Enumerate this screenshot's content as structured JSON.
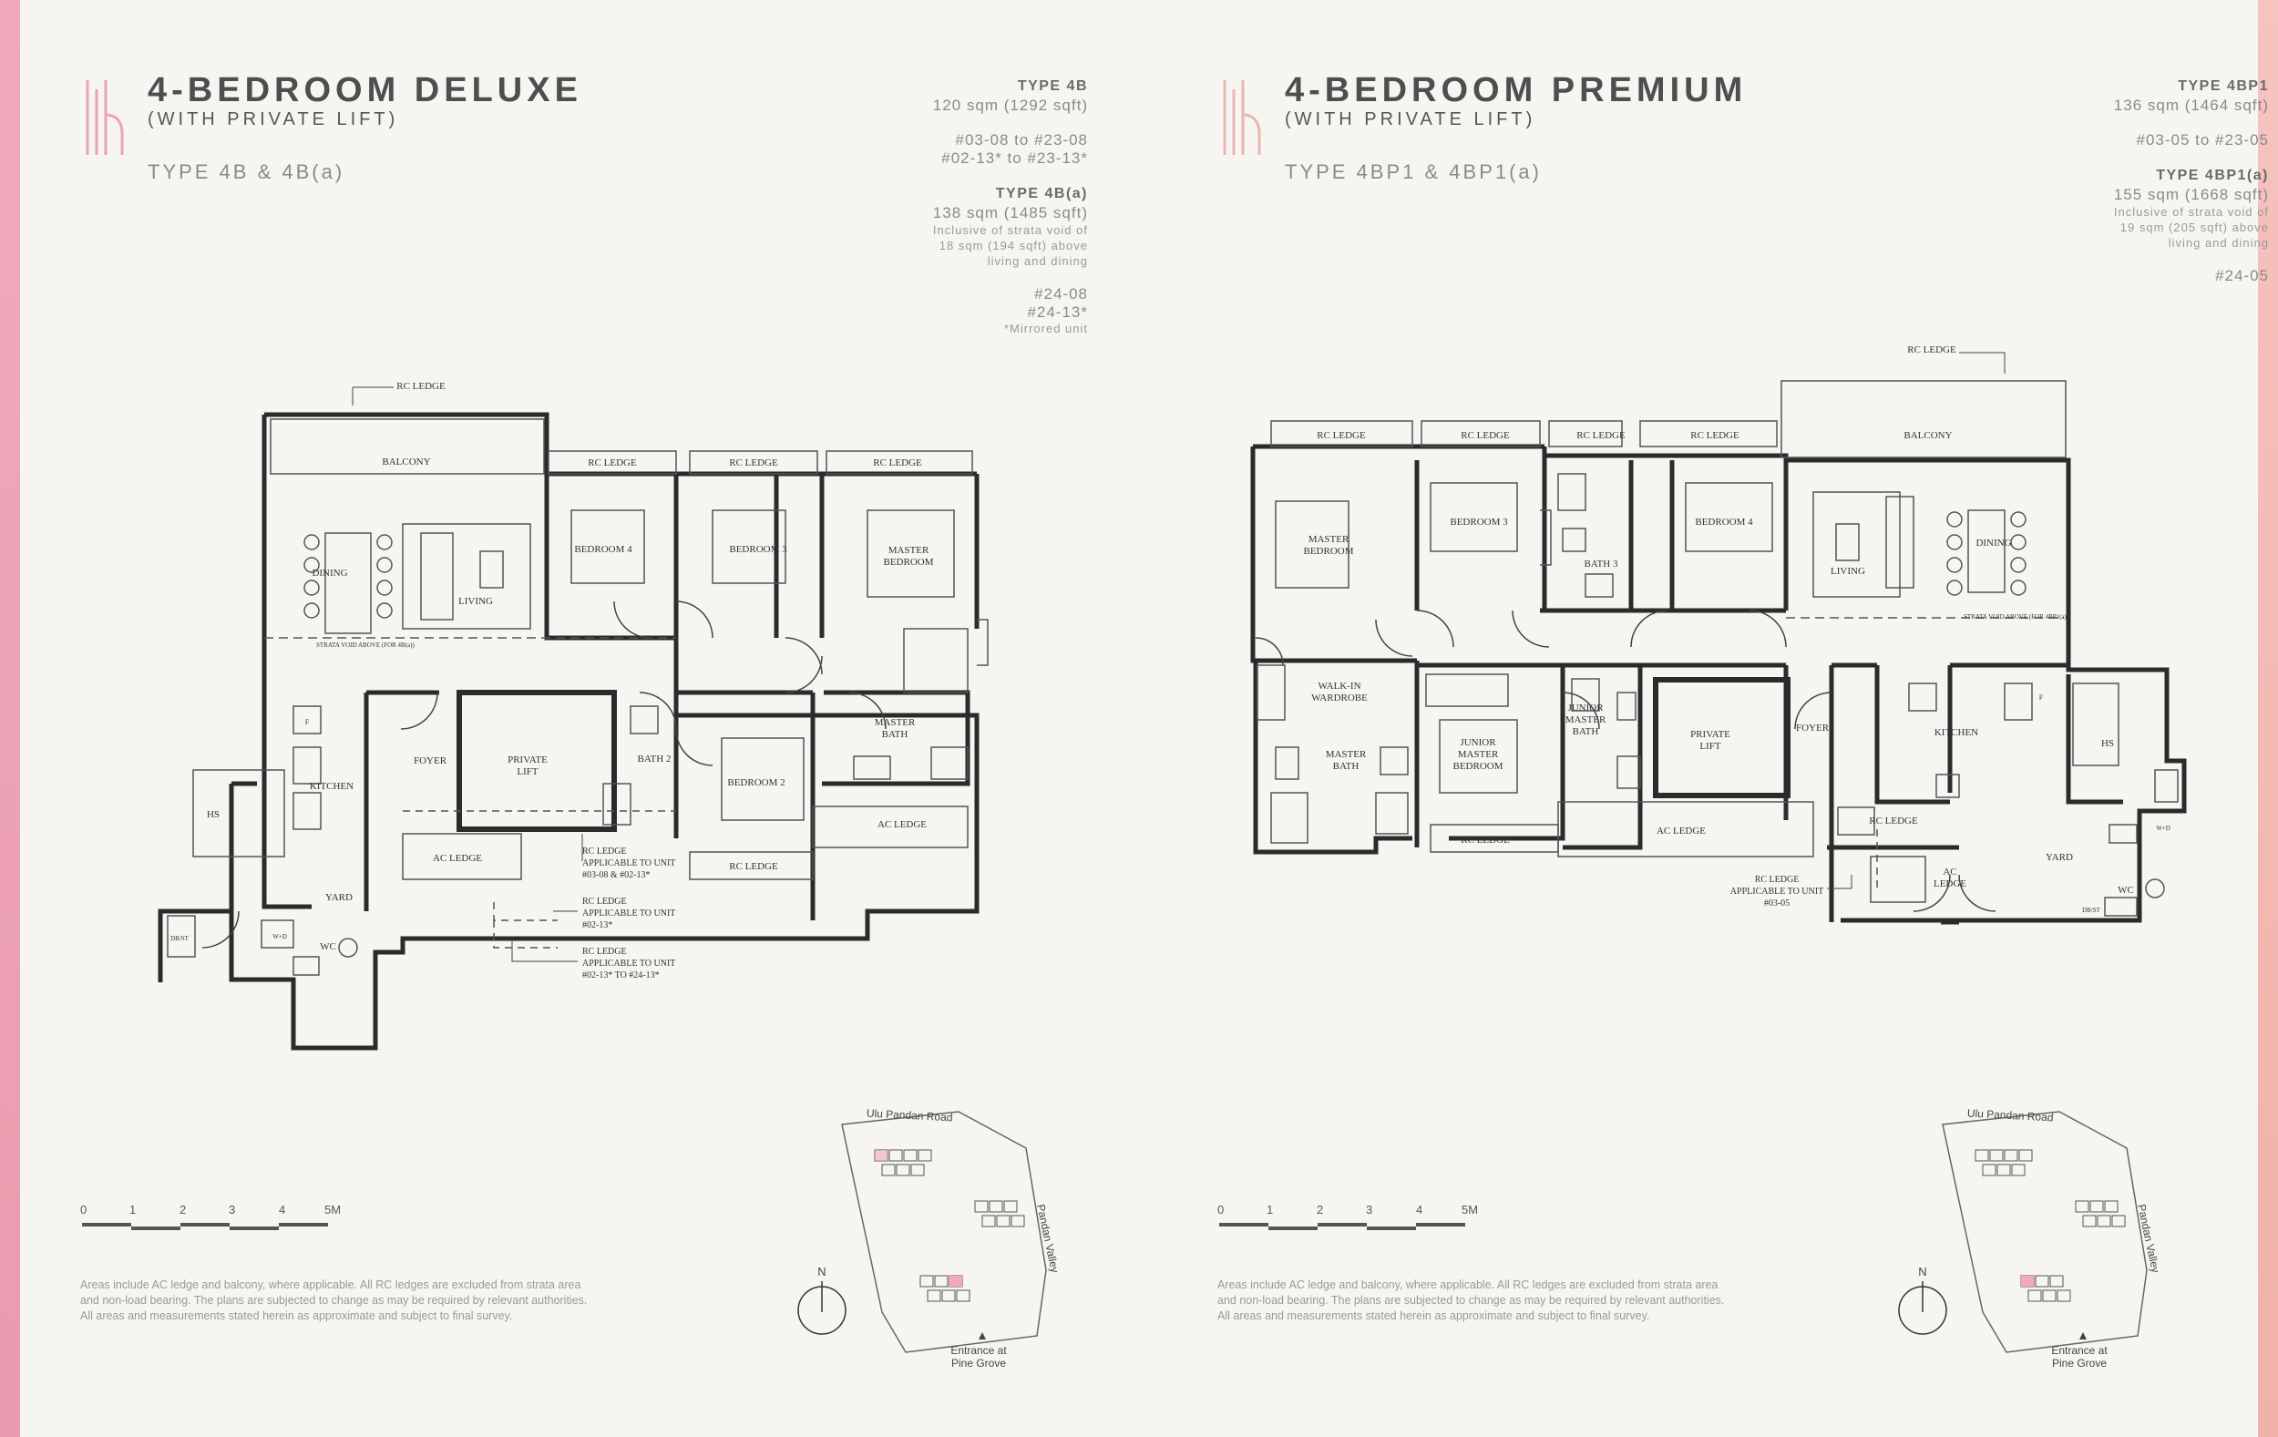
{
  "left": {
    "title": "4-BEDROOM DELUXE",
    "subtitle": "(WITH PRIVATE LIFT)",
    "type_line": "TYPE 4B & 4B(a)",
    "info": {
      "t1_name": "TYPE 4B",
      "t1_area": "120 sqm (1292 sqft)",
      "t1_units_1": "#03-08 to #23-08",
      "t1_units_2": "#02-13* to #23-13*",
      "t2_name": "TYPE 4B(a)",
      "t2_area": "138 sqm (1485 sqft)",
      "t2_note_1": "Inclusive of strata void of",
      "t2_note_2": "18 sqm (194 sqft) above",
      "t2_note_3": "living and dining",
      "t2_units_1": "#24-08",
      "t2_units_2": "#24-13*",
      "mirrored": "*Mirrored unit"
    },
    "plan": {
      "rc_ledge_top": "RC LEDGE",
      "balcony": "BALCONY",
      "rc_ledge_1": "RC LEDGE",
      "rc_ledge_2": "RC LEDGE",
      "rc_ledge_3": "RC LEDGE",
      "dining": "DINING",
      "living": "LIVING",
      "bedroom4": "BEDROOM 4",
      "bedroom3": "BEDROOM 3",
      "master_bedroom_1": "MASTER",
      "master_bedroom_2": "BEDROOM",
      "strata_void": "STRATA VOID ABOVE (FOR 4B(a))",
      "kitchen": "KITCHEN",
      "foyer": "FOYER",
      "private_lift_1": "PRIVATE",
      "private_lift_2": "LIFT",
      "bath2": "BATH 2",
      "bedroom2": "BEDROOM 2",
      "master_bath_1": "MASTER",
      "master_bath_2": "BATH",
      "ac_ledge_right": "AC LEDGE",
      "hs": "HS",
      "ac_ledge": "AC LEDGE",
      "rc_ledge_bottom": "RC LEDGE",
      "yard": "YARD",
      "wc": "WC",
      "db": "DB/ST",
      "wd": "W+D",
      "f": "F",
      "note1_1": "RC LEDGE",
      "note1_2": "APPLICABLE TO UNIT",
      "note1_3": "#03-08 & #02-13*",
      "note2_1": "RC LEDGE",
      "note2_2": "APPLICABLE TO UNIT",
      "note2_3": "#02-13*",
      "note3_1": "RC LEDGE",
      "note3_2": "APPLICABLE TO UNIT",
      "note3_3": "#02-13* TO #24-13*"
    },
    "scale": [
      "0",
      "1",
      "2",
      "3",
      "4",
      "5M"
    ],
    "disclaimer": "Areas include AC ledge and balcony, where applicable. All RC ledges are excluded from strata area and non-load bearing. The plans are subjected to change as may be required by relevant authorities. All areas and measurements stated herein as approximate and subject to final survey.",
    "site": {
      "road_top": "Ulu Pandan Road",
      "road_right": "Pandan Valley",
      "entrance_1": "Entrance at",
      "entrance_2": "Pine Grove",
      "north": "N"
    }
  },
  "right": {
    "title": "4-BEDROOM PREMIUM",
    "subtitle": "(WITH PRIVATE LIFT)",
    "type_line": "TYPE 4BP1 & 4BP1(a)",
    "info": {
      "t1_name": "TYPE 4BP1",
      "t1_area": "136 sqm (1464 sqft)",
      "t1_units_1": "#03-05 to #23-05",
      "t2_name": "TYPE 4BP1(a)",
      "t2_area": "155 sqm (1668 sqft)",
      "t2_note_1": "Inclusive of strata void of",
      "t2_note_2": "19 sqm (205 sqft) above",
      "t2_note_3": "living and dining",
      "t2_units_1": "#24-05"
    },
    "plan": {
      "rc_ledge_top": "RC LEDGE",
      "rc_ledge_1": "RC LEDGE",
      "rc_ledge_2": "RC LEDGE",
      "rc_ledge_3": "RC LEDGE",
      "rc_ledge_4": "RC LEDGE",
      "balcony": "BALCONY",
      "master_bedroom_1": "MASTER",
      "master_bedroom_2": "BEDROOM",
      "bedroom3": "BEDROOM 3",
      "bath3": "BATH 3",
      "bedroom4": "BEDROOM 4",
      "living": "LIVING",
      "dining": "DINING",
      "strata_void": "STRATA VOID ABOVE (FOR 4BP1(a))",
      "walkin_1": "WALK-IN",
      "walkin_2": "WARDROBE",
      "master_bath_1": "MASTER",
      "master_bath_2": "BATH",
      "junior_master_1": "JUNIOR",
      "junior_master_2": "MASTER",
      "junior_master_3": "BEDROOM",
      "jm_bath_1": "JUNIOR",
      "jm_bath_2": "MASTER",
      "jm_bath_3": "BATH",
      "private_lift_1": "PRIVATE",
      "private_lift_2": "LIFT",
      "foyer": "FOYER",
      "kitchen": "KITCHEN",
      "hs": "HS",
      "rc_ledge_bottom": "RC LEDGE",
      "ac_ledge": "AC LEDGE",
      "rc_ledge_k": "RC LEDGE",
      "ac_ledge_2a": "AC",
      "ac_ledge_2b": "LEDGE",
      "yard": "YARD",
      "wc": "WC",
      "db": "DB/ST",
      "wd": "W+D",
      "f": "F",
      "note_1": "RC LEDGE",
      "note_2": "APPLICABLE TO UNIT",
      "note_3": "#03-05"
    },
    "scale": [
      "0",
      "1",
      "2",
      "3",
      "4",
      "5M"
    ],
    "disclaimer": "Areas include AC ledge and balcony, where applicable. All RC ledges are excluded from strata area and non-load bearing. The plans are subjected to change as may be required by relevant authorities. All areas and measurements stated herein as approximate and subject to final survey.",
    "site": {
      "road_top": "Ulu Pandan Road",
      "road_right": "Pandan Valley",
      "entrance_1": "Entrance at",
      "entrance_2": "Pine Grove",
      "north": "N"
    }
  },
  "colors": {
    "accent_pink": "#e98aa6",
    "wall": "#2b2b2b",
    "highlight": "#f2a8bf"
  }
}
